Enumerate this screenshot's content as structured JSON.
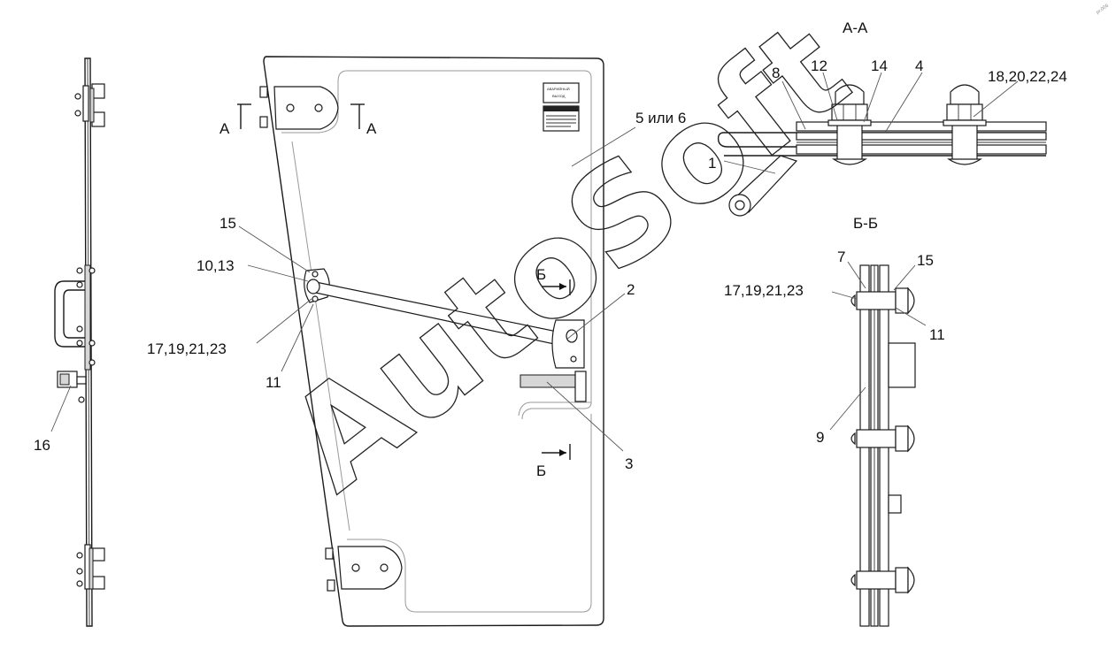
{
  "watermark": "AutoSoft",
  "section_titles": {
    "aa": "А-А",
    "bb": "Б-Б"
  },
  "door_sticker": {
    "line1": "АВАРИЙНЫЙ",
    "line2": "ВЫХОД"
  },
  "cut_marks": {
    "a_left": "А",
    "a_right": "А",
    "b_top": "Б",
    "b_bottom": "Б"
  },
  "callouts": {
    "c16": "16",
    "c15_door": "15",
    "c10_13": "10,13",
    "c17_door": "17,19,21,23",
    "c11_door": "11",
    "c5": "5 или 6",
    "c2": "2",
    "c3": "3",
    "c8": "8",
    "c12": "12",
    "c14": "14",
    "c4": "4",
    "c18": "18,20,22,24",
    "c1": "1",
    "c7": "7",
    "c15_bb": "15",
    "c17_bb": "17,19,21,23",
    "c11_bb": "11",
    "c9": "9"
  },
  "corner_stamp": "pr.006"
}
